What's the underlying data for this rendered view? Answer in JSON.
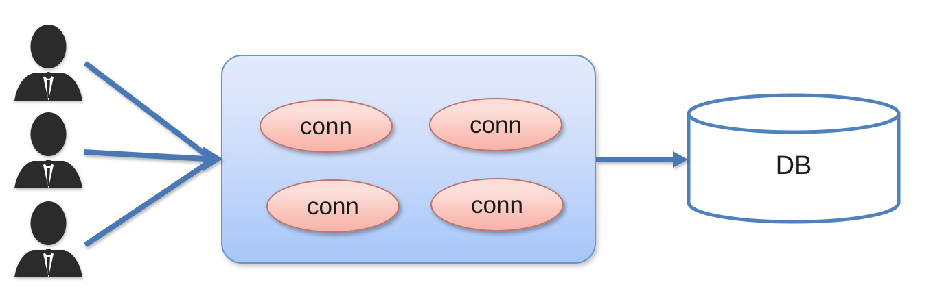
{
  "diagram": {
    "title": "database connection pool diagram",
    "colors": {
      "arrow_blue": "#4878b4",
      "pool_border": "#6a93c8",
      "pool_fill_top": "#e2eafc",
      "pool_fill_bottom": "#a6c6f8",
      "conn_border": "#c0736e",
      "conn_fill_top": "#fbdcd7",
      "conn_fill_bottom": "#f8b3a8",
      "cylinder_stroke": "#4f81bd",
      "cylinder_fill": "#ffffff",
      "user_silhouette": "#2b2b2b",
      "background": "#ffffff"
    },
    "clients": [
      {
        "icon": "user-businessman-icon",
        "label": ""
      },
      {
        "icon": "user-businessman-icon",
        "label": ""
      },
      {
        "icon": "user-businessman-icon",
        "label": ""
      }
    ],
    "pool": {
      "name": "connection-pool",
      "connections": [
        {
          "label": "conn"
        },
        {
          "label": "conn"
        },
        {
          "label": "conn"
        },
        {
          "label": "conn"
        }
      ]
    },
    "database": {
      "label": "DB",
      "shape": "cylinder"
    },
    "arrows": [
      {
        "from": "client-1",
        "to": "connection-pool",
        "style": "solid-arrow"
      },
      {
        "from": "client-2",
        "to": "connection-pool",
        "style": "solid-arrow"
      },
      {
        "from": "client-3",
        "to": "connection-pool",
        "style": "solid-arrow"
      },
      {
        "from": "connection-pool",
        "to": "database",
        "style": "solid-arrow"
      }
    ]
  }
}
